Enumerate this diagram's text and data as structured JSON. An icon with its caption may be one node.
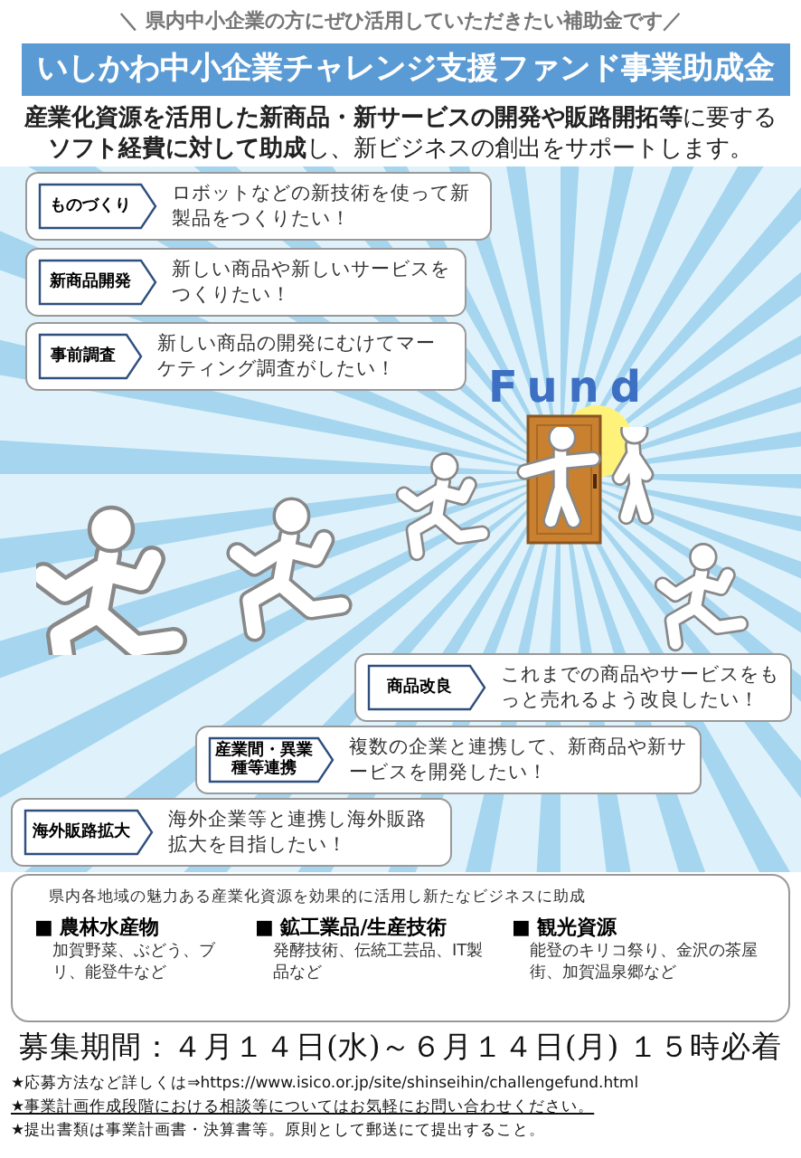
{
  "diagram": {
    "title": "いしかわ中小企業チャレンジ支援ファンド事業助成金",
    "nodes": [
      {
        "text": [
          "ものづくり",
          "ロボットなどの新技術を使って新製品をつくりたい！"
        ]
      },
      {
        "text": [
          "新商品開発",
          "新しい商品や新しいサービスをつくりたい！"
        ]
      },
      {
        "text": [
          "事前調査",
          "新しい商品の開発にむけてマーケティング調査がしたい！"
        ]
      },
      {
        "text": [
          "商品改良",
          "これまでの商品やサービスをもっと売れるよう改良したい！"
        ]
      },
      {
        "text": [
          "産業間・異業種等連携",
          "複数の企業と連携して、新商品や新サービスを開発したい！"
        ]
      },
      {
        "text": [
          "海外販路拡大",
          "海外企業等と連携し海外販路拡大を目指したい！"
        ]
      },
      {
        "text": [
          "県内各地域の魅力ある産業化資源を効果的に活用し新たなビジネスに助成"
        ]
      },
      {
        "text": [
          "■ 農林水産物",
          "加賀野菜、ぶどう、ブリ、能登牛など"
        ],
        "in": 6
      },
      {
        "text": [
          "■ 鉱工業品/生産技術",
          "発酵技術、伝統工芸品、IT製品など"
        ],
        "in": 6
      },
      {
        "text": [
          "■ 観光資源",
          "能登のキリコ祭り、金沢の茶屋街、加賀温泉郷など"
        ],
        "in": 6
      }
    ],
    "labels": [
      "＼ 県内中小企業の方にぜひ活用していただきたい補助金です／",
      "**産業化資源を活用した新商品・新サービスの開発や販路開拓等**に要する**ソフト経費に対して助成**し、新ビジネスの創出をサポートします。",
      "Fund",
      "募集期間：４月１４日(水)～６月１４日(月) １５時必着",
      "★応募方法など詳しくは⇒https://www.isico.or.jp/site/shinseihin/challengefund.html",
      "★事業計画作成段階における相談等についてはお気軽にお問い合わせください。",
      "★提出書類は事業計画書・決算書等。原則として郵送にて提出すること。"
    ]
  }
}
